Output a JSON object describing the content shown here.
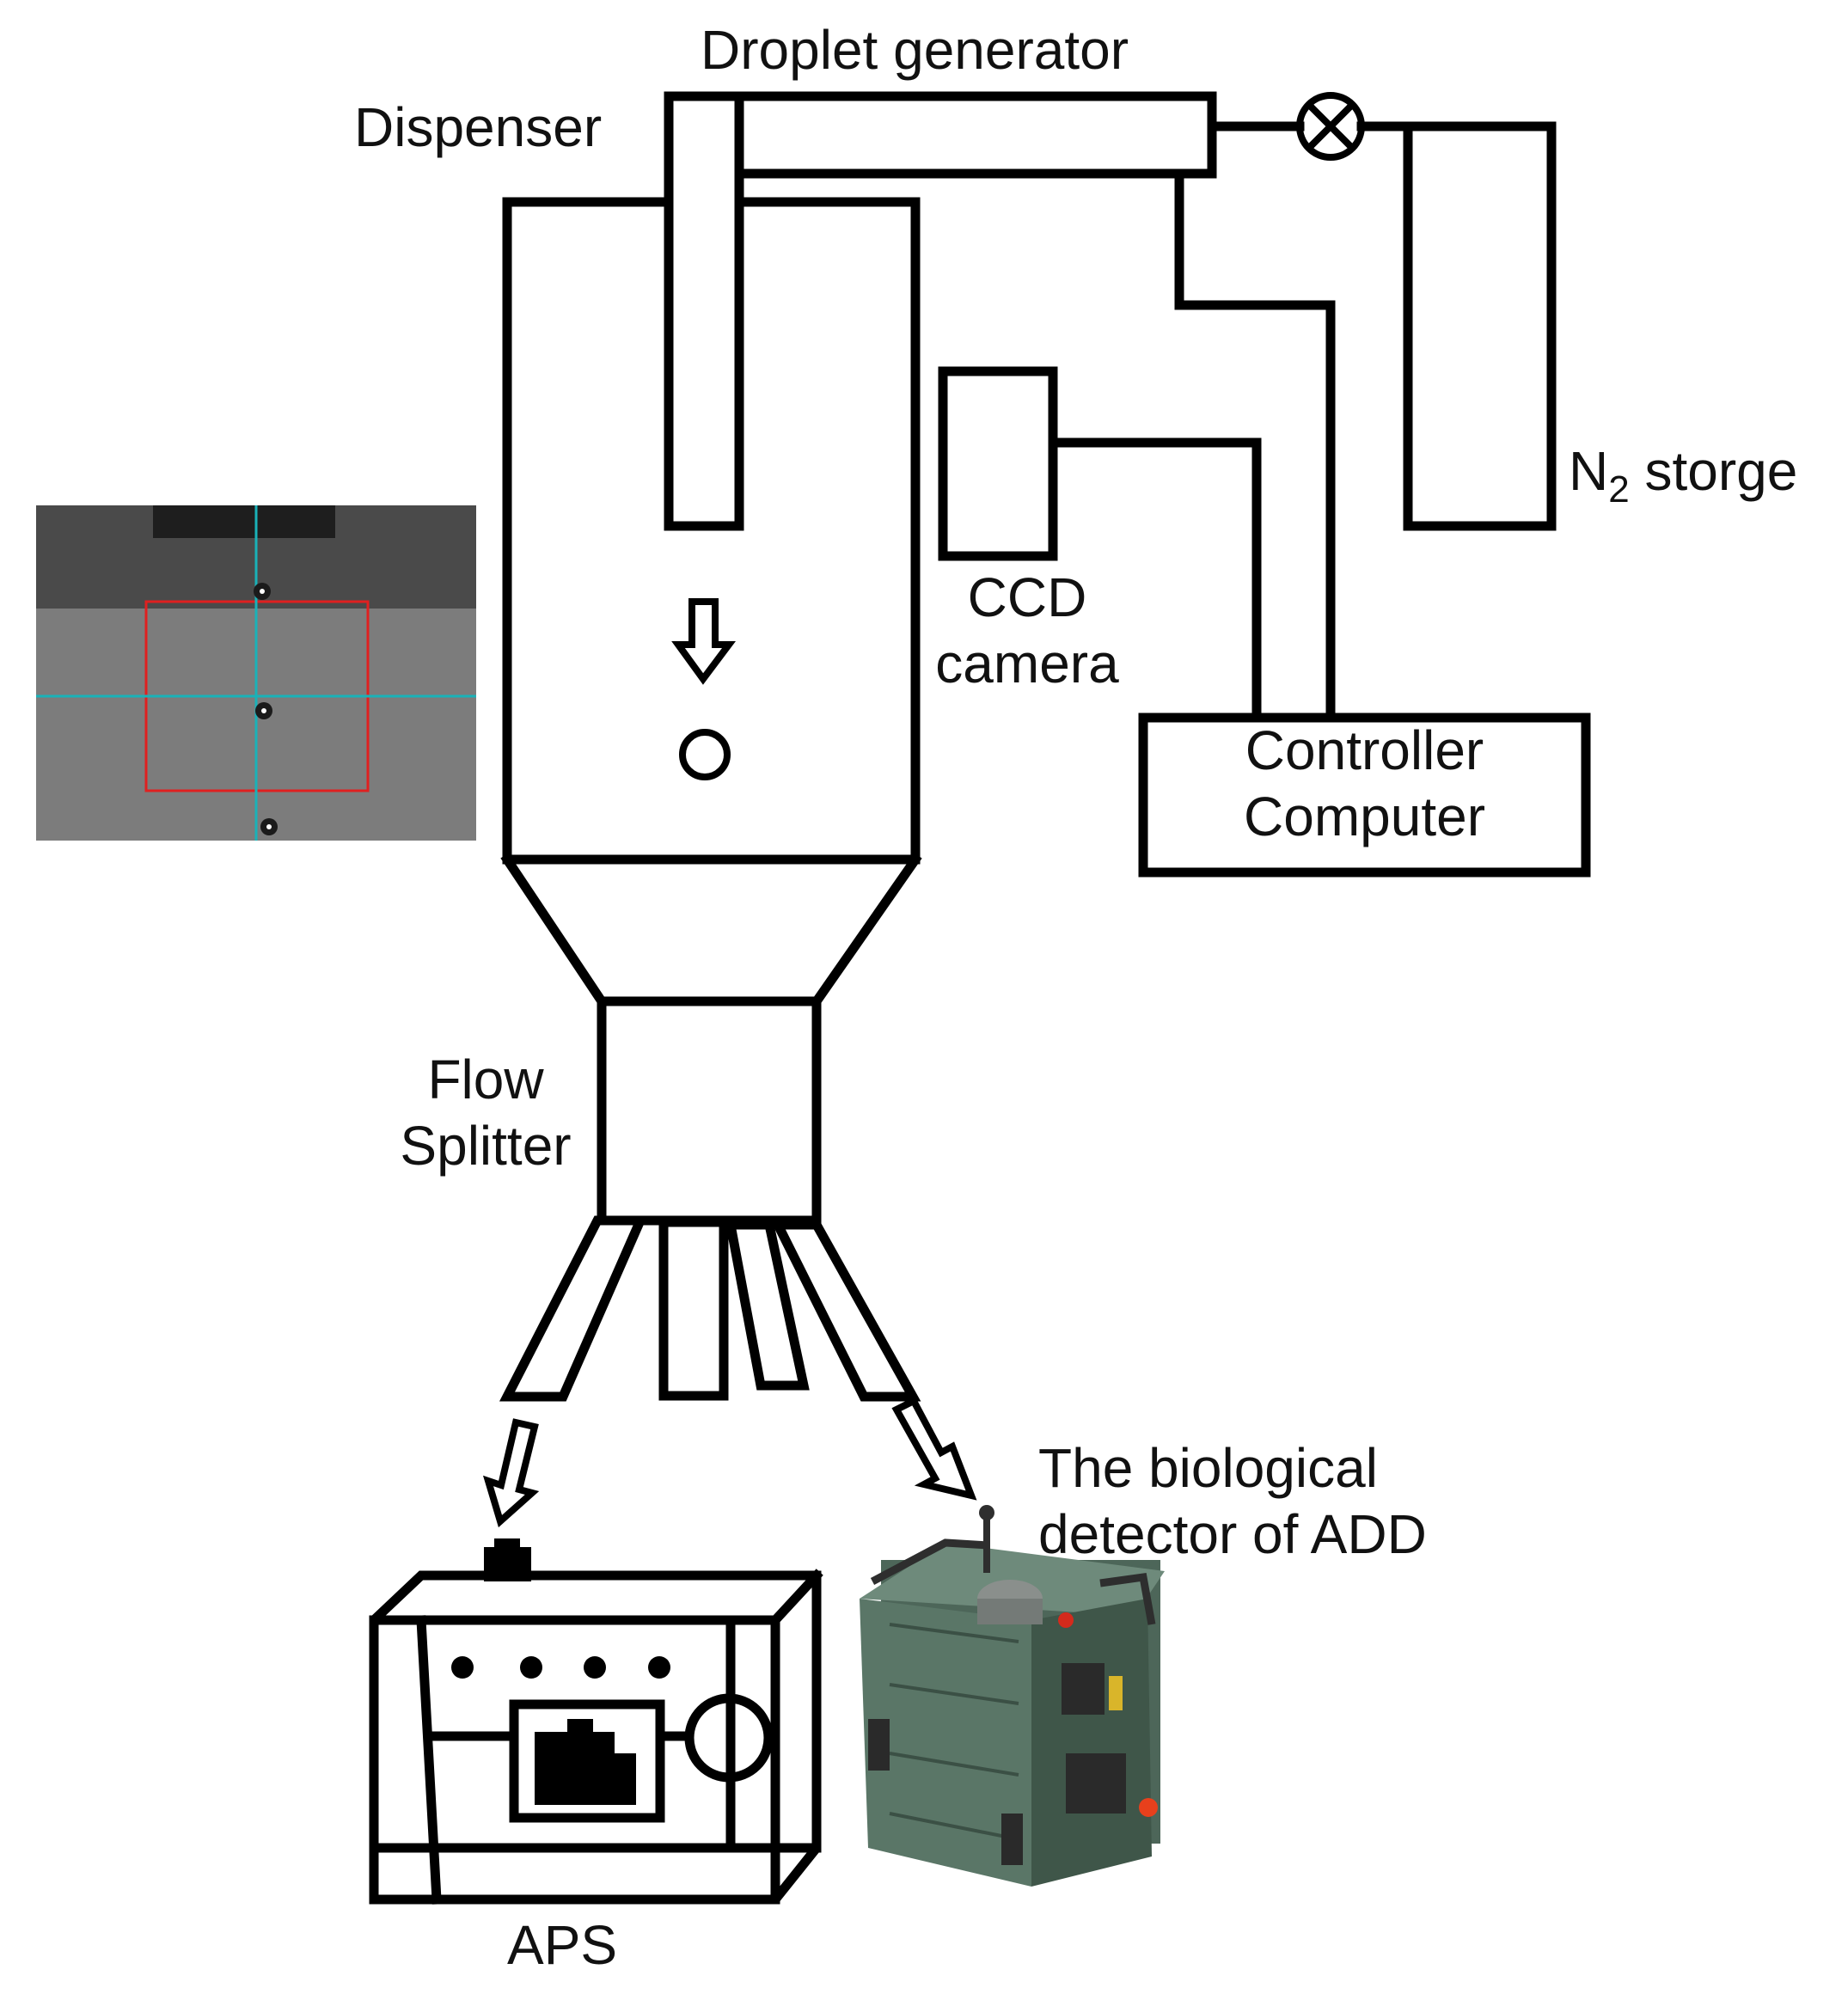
{
  "labels": {
    "droplet_generator": "Droplet generator",
    "dispenser": "Dispenser",
    "n2_storage_letter": "N",
    "n2_storage_subscript": "2",
    "n2_storage_rest": " storge",
    "ccd_camera_line1": "CCD",
    "ccd_camera_line2": "camera",
    "controller_line1": "Controller",
    "controller_line2": "Computer",
    "flow_splitter_line1": "Flow",
    "flow_splitter_line2": "Splitter",
    "bio_detector_line1": "The biological",
    "bio_detector_line2": "detector of ADD",
    "aps": "APS"
  },
  "icons": {
    "valve": "valve-icon",
    "down_arrow": "down-arrow-icon",
    "droplet": "droplet-icon"
  },
  "colors": {
    "line": "#000000",
    "photo_background": "#7c7c7c",
    "photo_crosshair": "#19b2b8",
    "photo_roi": "#e02020",
    "detector_body": "#5f7a6c",
    "detector_led": "#e8401c"
  }
}
